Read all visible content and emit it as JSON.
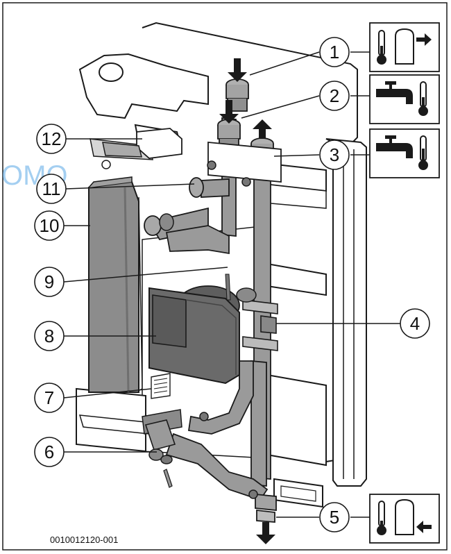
{
  "callouts": [
    {
      "id": "1",
      "label": "1"
    },
    {
      "id": "2",
      "label": "2"
    },
    {
      "id": "3",
      "label": "3"
    },
    {
      "id": "4",
      "label": "4"
    },
    {
      "id": "5",
      "label": "5"
    },
    {
      "id": "6",
      "label": "6"
    },
    {
      "id": "7",
      "label": "7"
    },
    {
      "id": "8",
      "label": "8"
    },
    {
      "id": "9",
      "label": "9"
    },
    {
      "id": "10",
      "label": "10"
    },
    {
      "id": "11",
      "label": "11"
    },
    {
      "id": "12",
      "label": "12"
    }
  ],
  "doc_code": "0010012120-001",
  "watermark": "OMO",
  "colors": {
    "pipe": "#9a9a9a",
    "pipe_dark": "#6f6f6f",
    "housing": "#ffffff",
    "outline": "#1a1a1a",
    "exchanger": "#8c8c8c",
    "pump": "#5e5e5e",
    "watermark": "#5aa9e6"
  },
  "icons": [
    "thermometer-icon",
    "tank-icon",
    "arrow-right-icon",
    "arrow-left-icon",
    "faucet-icon"
  ]
}
